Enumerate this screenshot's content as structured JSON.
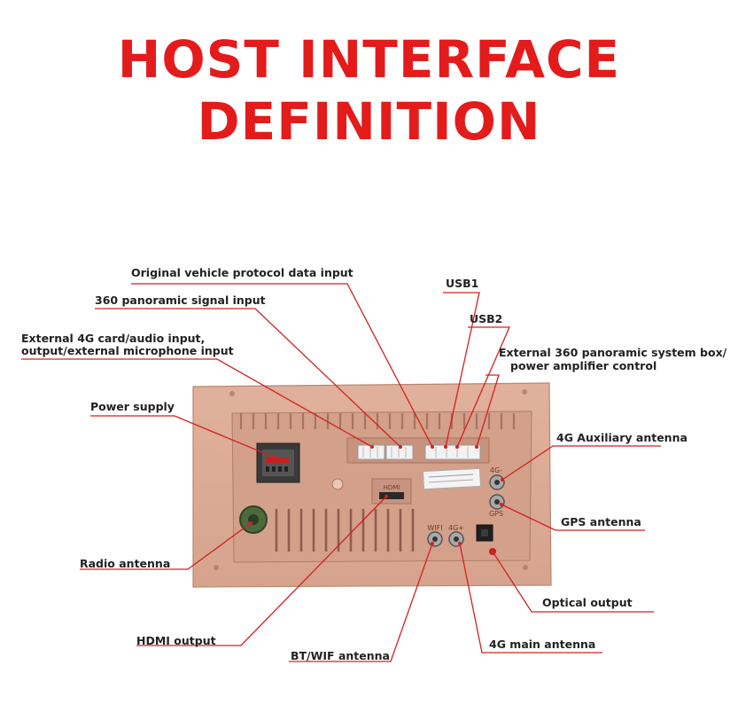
{
  "title": {
    "line1": "HOST INTERFACE",
    "line2": "DEFINITION"
  },
  "device_markings": {
    "hdmi": "HDMI",
    "wifi": "WIFI",
    "antenna_4g_plus": "4G+",
    "antenna_4g_minus": "4G-",
    "gps": "GPS"
  },
  "callouts": {
    "original_protocol": "Original vehicle protocol data input",
    "usb1": "USB1",
    "panoramic_360": "360 panoramic signal input",
    "usb2": "USB2",
    "external_4g_line1": "External  4G  card/audio  input,",
    "external_4g_line2": "output/external microphone input",
    "external_360_line1": "External 360 panoramic system box/",
    "external_360_line2": "power amplifier control",
    "power_supply": "Power supply",
    "auxiliary_4g": "4G Auxiliary antenna",
    "gps_antenna": "GPS antenna",
    "radio_antenna": "Radio antenna",
    "optical_output": "Optical output",
    "hdmi_output": "HDMI output",
    "bt_wifi": "BT/WIF antenna",
    "main_4g": "4G main antenna"
  },
  "colors": {
    "title": "#e41b1b",
    "leader_line": "#d42020",
    "panel": "#d9a892",
    "panel_dark": "#b98570",
    "connector": "#f2f2f2"
  }
}
